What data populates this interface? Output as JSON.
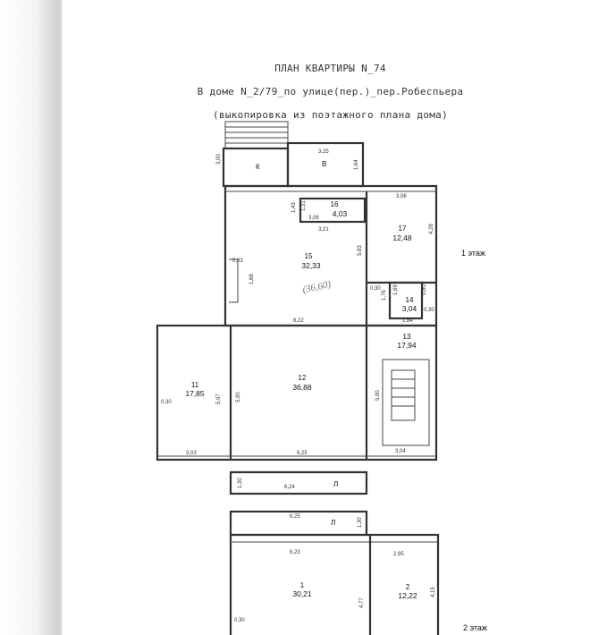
{
  "header": {
    "title": "ПЛАН КВАРТИРЫ N_74",
    "subtitle": "В доме N_2/79_по улице(пер.)_пер.Робеспьера",
    "note": "(выкопировка из поэтажного плана дома)"
  },
  "floor_labels": {
    "first": "1 этаж",
    "second": "2 этаж"
  },
  "handwritten_note": "(36,60)",
  "rooms": {
    "k": {
      "num": "К"
    },
    "v": {
      "num": "В"
    },
    "r16": {
      "num": "16",
      "area": "4,03"
    },
    "r15": {
      "num": "15",
      "area": "32,33"
    },
    "r17": {
      "num": "17",
      "area": "12,48"
    },
    "r14": {
      "num": "14",
      "area": "3,04"
    },
    "r13": {
      "num": "13",
      "area": "17,94"
    },
    "r11": {
      "num": "11",
      "area": "17,85"
    },
    "r12": {
      "num": "12",
      "area": "36,88"
    },
    "l1": {
      "num": "Л"
    },
    "l2": {
      "num": "Л"
    },
    "r1": {
      "num": "1",
      "area": "30,21"
    },
    "r2": {
      "num": "2",
      "area": "12,22"
    }
  },
  "dimensions": {
    "d_325": "3,25",
    "d_300": "3,00",
    "d_164": "1,64",
    "d_306a": "3,06",
    "d_143": "1,43",
    "d_131": "1,31",
    "d_306b": "3,06",
    "d_321": "3,21",
    "d_428": "4,28",
    "d_583": "5,83",
    "d_083": "0,83",
    "d_168": "1,68",
    "d_622": "6,22",
    "d_030a": "0,30",
    "d_176": "1,76",
    "d_169": "1,69",
    "d_080": "0,80",
    "d_030b": "0,30",
    "d_184": "1,84",
    "d_030c": "0,30",
    "d_597": "5,97",
    "d_590": "5,90",
    "d_590b": "5,90",
    "d_303": "3,03",
    "d_625a": "6,25",
    "d_304": "3,04",
    "d_130a": "1,30",
    "d_624": "6,24",
    "d_625b": "6,25",
    "d_130b": "1,30",
    "d_623": "6,23",
    "d_295": "2,95",
    "d_477": "4,77",
    "d_415": "4,15",
    "d_030d": "0,30"
  }
}
